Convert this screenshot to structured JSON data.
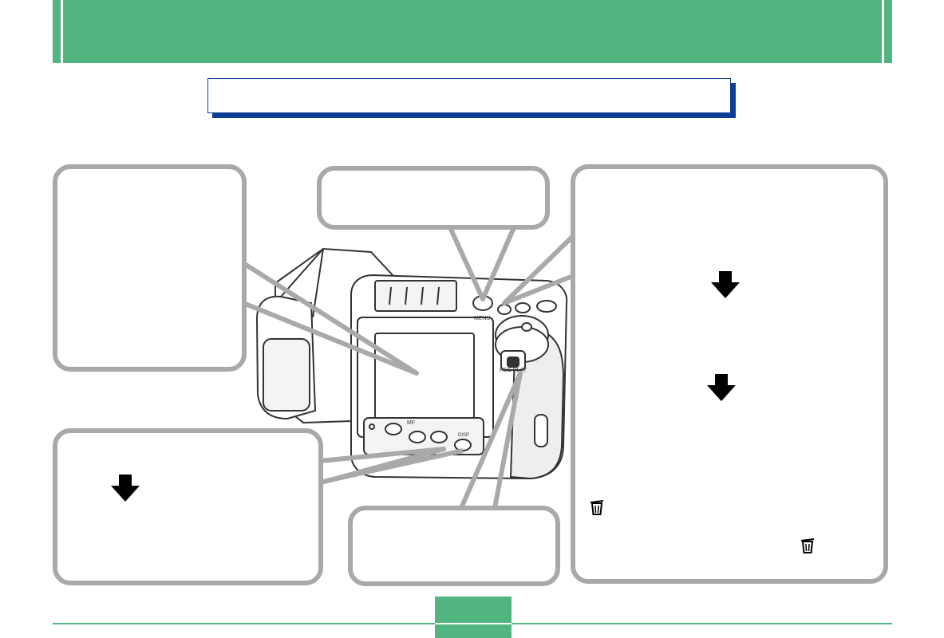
{
  "header": {
    "title": ""
  },
  "section_title": "",
  "camera_labels": {
    "menu": "MENU",
    "rec_play": "REC PLAY",
    "mf": "MF",
    "disp": "DISP"
  },
  "panels": {
    "monitor": "",
    "menu_button": "",
    "mode_dial": "",
    "bottom_buttons": "",
    "rec_play_switch": ""
  },
  "icons": {
    "down_arrow": "down-arrow-icon",
    "trash": "trash-icon"
  },
  "colors": {
    "header_green": "#50b580",
    "title_navy": "#0e3f96",
    "callout_gray": "#a9a9a9"
  },
  "footer": {
    "page_number": ""
  }
}
